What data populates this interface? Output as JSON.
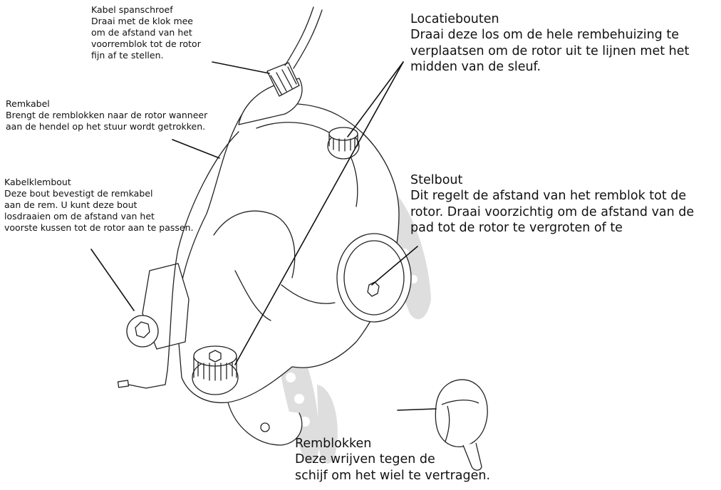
{
  "labels": {
    "kabel_spanschroef": {
      "lines": [
        "Kabel spanschroef",
        "Draai met de klok mee",
        "om de afstand van het",
        "voorremblok tot de rotor",
        "fijn af te stellen."
      ]
    },
    "remkabel": {
      "lines": [
        "Remkabel",
        "Brengt de remblokken naar de rotor wanneer",
        "aan de hendel op het stuur wordt getrokken."
      ]
    },
    "kabelklembout": {
      "lines": [
        "Kabelklembout",
        "Deze bout bevestigt de remkabel",
        "aan de rem. U kunt deze bout",
        "losdraaien om de afstand van het",
        "voorste kussen tot de rotor aan te passen."
      ]
    },
    "locatiebouten": {
      "lines": [
        "Locatiebouten",
        "Draai deze los om de hele rembehuizing te",
        "verplaatsen om de rotor uit te lijnen met het",
        "midden van de sleuf."
      ]
    },
    "stelbout": {
      "lines": [
        "Stelbout",
        "Dit regelt de afstand van het remblok tot de",
        "rotor. Draai voorzichtig om de afstand van de",
        "pad tot de rotor te vergroten of te"
      ]
    },
    "remblokken": {
      "lines": [
        "Remblokken",
        "Deze wrijven tegen de",
        "schijf om het wiel te vertragen."
      ]
    }
  },
  "colors": {
    "ink": "#111111",
    "rotor": "#d9d9d9",
    "background": "#ffffff"
  }
}
